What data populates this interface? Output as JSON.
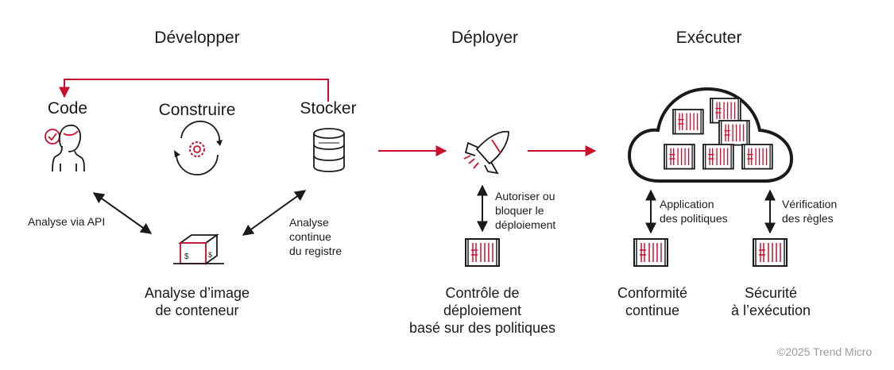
{
  "phases": {
    "develop": "Développer",
    "deploy": "Déployer",
    "run": "Exécuter"
  },
  "steps": {
    "code": "Code",
    "build": "Construire",
    "store": "Stocker"
  },
  "labels": {
    "api_scan": "Analyse via API",
    "registry_scan": "Analyse\ncontinue\ndu registre",
    "allow_block": "Autoriser ou\nbloquer le\ndéploiement",
    "policy_application": "Application\ndes politiques",
    "rule_check": "Vérification\ndes règles"
  },
  "captions": {
    "image_scan": "Analyse d’image\nde conteneur",
    "deploy_control": "Contrôle de\ndéploiement\nbasé sur des politiques",
    "compliance": "Conformité\ncontinue",
    "runtime_security": "Sécurité\nà l’exécution"
  },
  "copyright": "©2025 Trend Micro",
  "colors": {
    "accent": "#c8102e",
    "ink": "#1a1a1a"
  },
  "icons": [
    "developer-icon",
    "build-cycle-icon",
    "database-icon",
    "rocket-icon",
    "cloud-icon",
    "container-icon",
    "container-scan-icon"
  ]
}
